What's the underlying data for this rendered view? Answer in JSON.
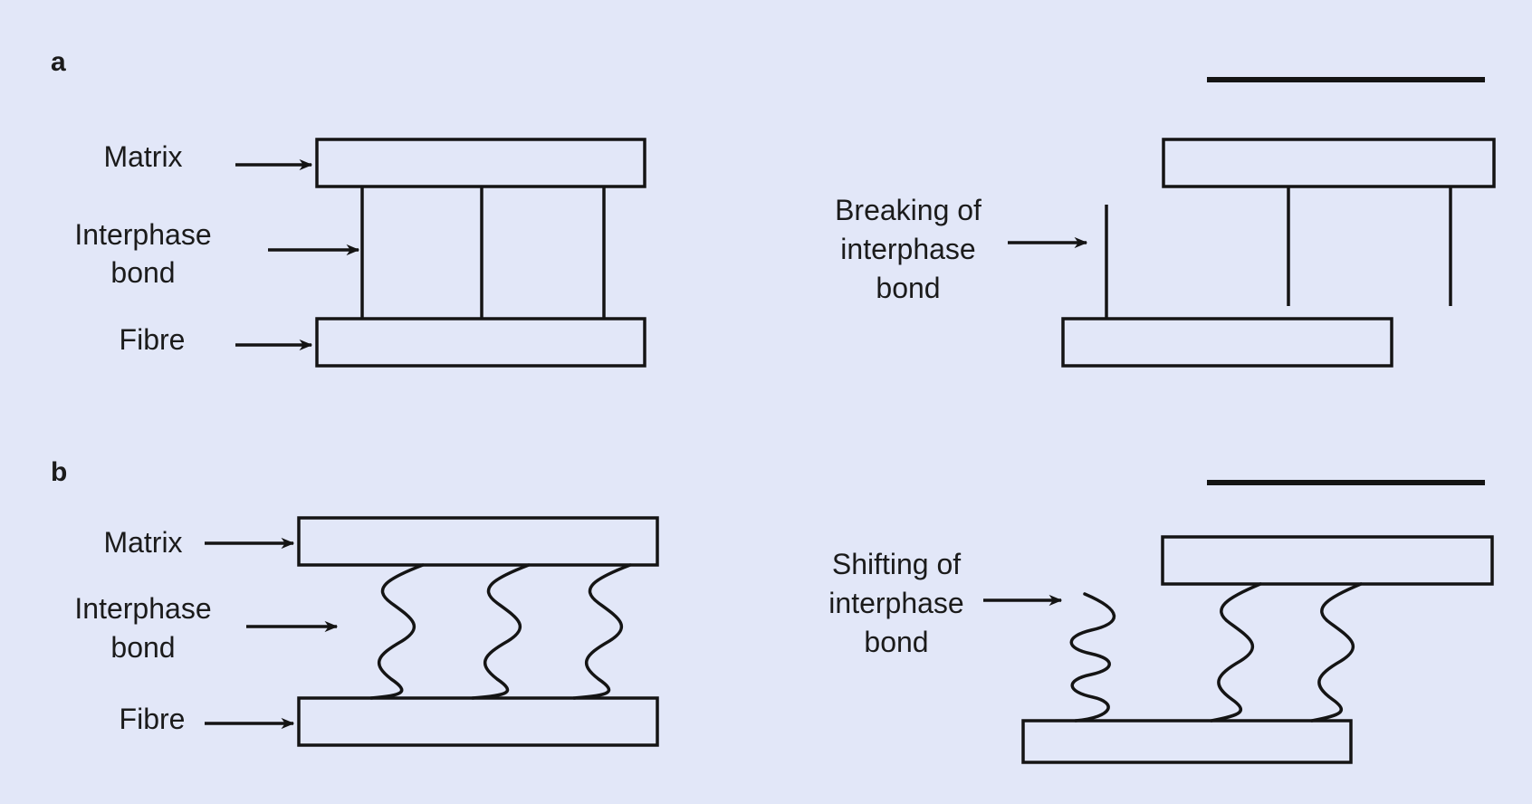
{
  "panel_a": {
    "letter": "a",
    "matrix_label": "Matrix",
    "interphase_label": [
      "Interphase",
      "bond"
    ],
    "fibre_label": "Fibre",
    "breaking_label": [
      "Breaking of",
      "interphase",
      "bond"
    ]
  },
  "panel_b": {
    "letter": "b",
    "matrix_label": "Matrix",
    "interphase_label": [
      "Interphase",
      "bond"
    ],
    "fibre_label": "Fibre",
    "shifting_label": [
      "Shifting of",
      "interphase",
      "bond"
    ]
  }
}
